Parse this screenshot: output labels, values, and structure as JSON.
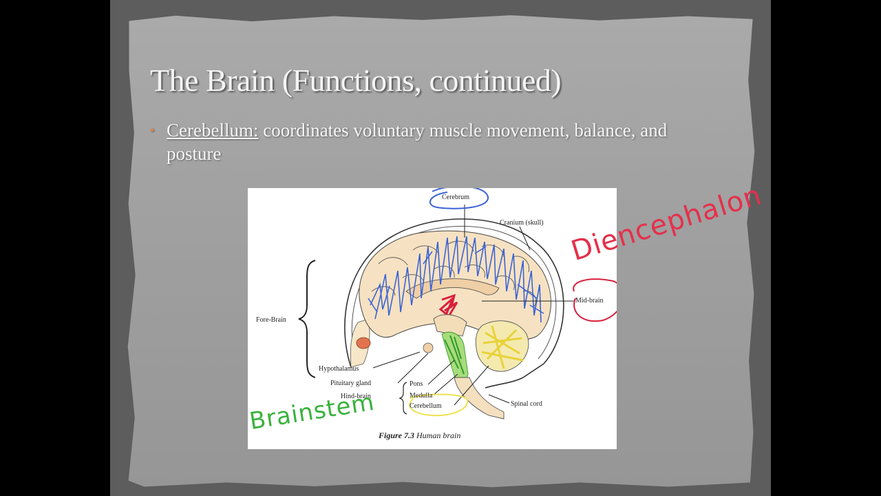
{
  "slide": {
    "title": "The Brain (Functions, continued)",
    "bullet_marker": "•",
    "bullet_term": "Cerebellum:",
    "bullet_text": " coordinates voluntary muscle movement, balance, and posture"
  },
  "figure": {
    "caption_number": "Figure 7.3",
    "caption_title": "Human brain",
    "labels": {
      "cerebrum": "Cerebrum",
      "cranium": "Cranium (skull)",
      "mid_brain": "Mid-brain",
      "fore_brain": "Fore-Brain",
      "hypothalamus": "Hypothalamus",
      "pituitary": "Pituitary gland",
      "hind_brain": "Hind-brain",
      "pons": "Pons",
      "medulla": "Medulla",
      "cerebellum": "Cerebellum",
      "spinal_cord": "Spinal cord"
    }
  },
  "annotations": {
    "diencephalon": "Diencephalon",
    "brainstem": "Brainstem"
  },
  "colors": {
    "frame": "#5d5d5d",
    "paper": "#a3a3a3",
    "bullet_accent": "#e0823a",
    "ink_blue": "#3b63d6",
    "ink_red": "#e5304b",
    "ink_green": "#39b23c",
    "ink_yellow": "#f1e15a"
  }
}
